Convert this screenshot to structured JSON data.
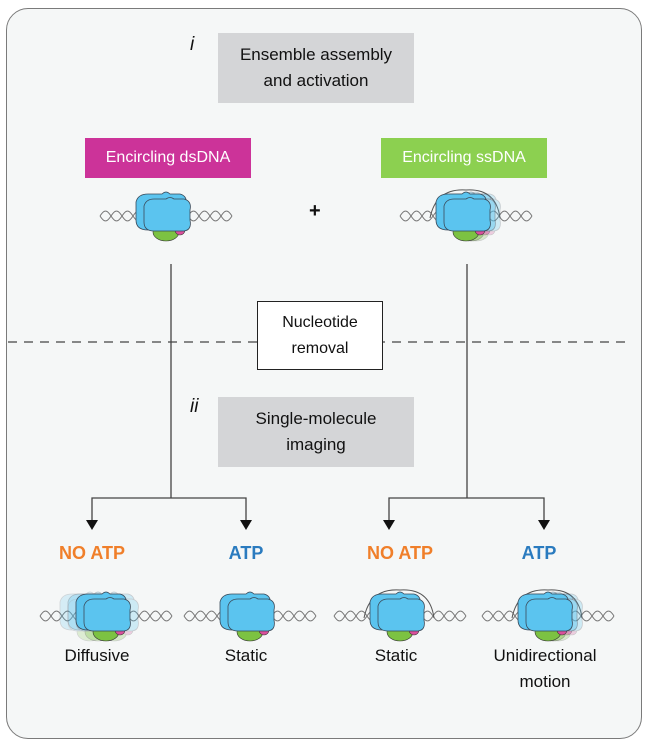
{
  "stage_i": {
    "numeral": "i",
    "label": "Ensemble assembly\nand activation"
  },
  "stage_ii": {
    "numeral": "ii",
    "label": "Single-molecule\nimaging"
  },
  "divider": {
    "label": "Nucleotide\nremoval"
  },
  "plus": "+",
  "branches": [
    {
      "tag": "Encircling dsDNA",
      "color": "#cc3399",
      "dna": "dsDNA"
    },
    {
      "tag": "Encircling ssDNA",
      "color": "#8cd050",
      "dna": "ssDNA"
    }
  ],
  "outcomes": [
    {
      "condition": "NO ATP",
      "condition_color": "#f07f2a",
      "result": "Diffusive",
      "dna": "dsDNA"
    },
    {
      "condition": "ATP",
      "condition_color": "#2a7bbf",
      "result": "Static",
      "dna": "dsDNA"
    },
    {
      "condition": "NO ATP",
      "condition_color": "#f07f2a",
      "result": "Static",
      "dna": "ssDNA"
    },
    {
      "condition": "ATP",
      "condition_color": "#2a7bbf",
      "result": "Unidirectional\nmotion",
      "dna": "ssDNA"
    }
  ],
  "colors": {
    "protein_blue": "#5bc4ef",
    "protein_green": "#7cc242",
    "protein_pink": "#d94f9b",
    "dna": "#777777"
  }
}
